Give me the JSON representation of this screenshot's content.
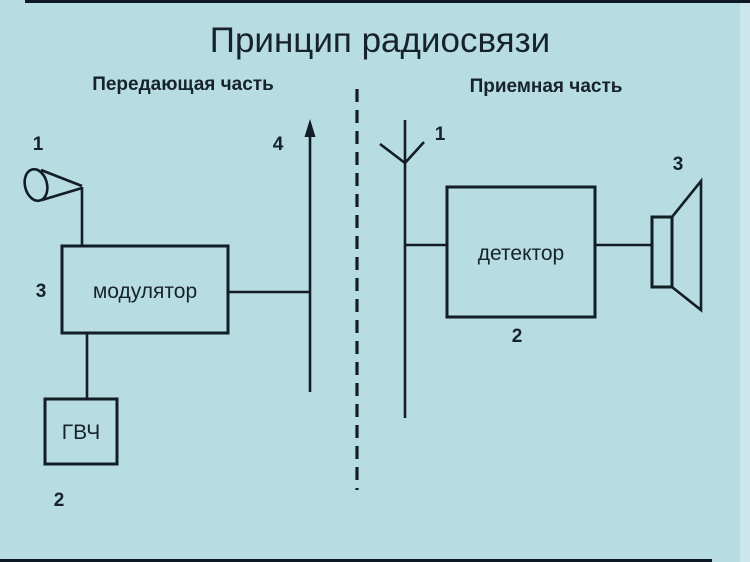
{
  "slide": {
    "title": "Принцип радиосвязи",
    "colors": {
      "background": "#b7dce1",
      "line": "#121d26",
      "text": "#16222c",
      "edge_highlight": "#cbe7ea",
      "border_strip": "#0d1925"
    }
  },
  "transmitter": {
    "heading": "Передающая часть",
    "blocks": {
      "modulator": "модулятор",
      "gvch": "ГВЧ"
    },
    "labels": {
      "microphone_num": "1",
      "gvch_num": "2",
      "modulator_num": "3",
      "antenna_num": "4"
    }
  },
  "receiver": {
    "heading": "Приемная часть",
    "blocks": {
      "detector": "детектор"
    },
    "labels": {
      "antenna_num": "1",
      "detector_num": "2",
      "speaker_num": "3"
    }
  }
}
